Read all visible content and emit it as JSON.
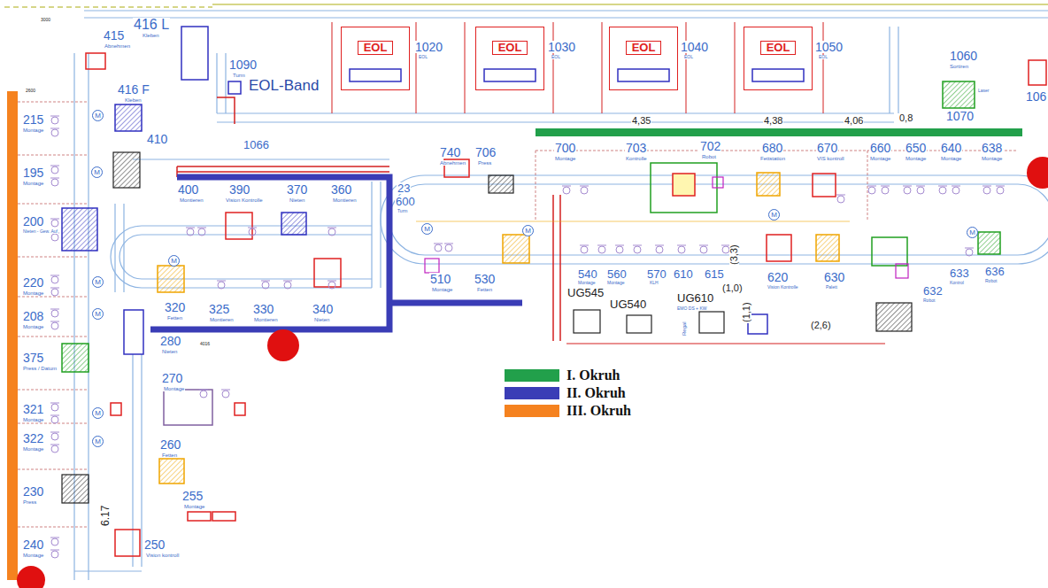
{
  "diagram": {
    "nodes": [
      {
        "text": [
          "EOL"
        ]
      },
      {
        "text": [
          "EOL"
        ]
      },
      {
        "text": [
          "EOL"
        ]
      },
      {
        "text": [
          "EOL"
        ]
      }
    ],
    "labels": [
      "3000",
      "2600",
      "415",
      "Abnehmen",
      "416 L",
      "Kleben",
      "1090",
      "Turm",
      "EOL-Band",
      "416 F",
      "Kleben",
      "410",
      "1066",
      "1020",
      "EOL",
      "1030",
      "EOL",
      "1040",
      "EOL",
      "1050",
      "EOL",
      "1060",
      "Sortiren",
      "1070",
      "Laser",
      "106",
      "0,8",
      "4,35",
      "4,38",
      "4,06",
      "400",
      "Montieren",
      "390",
      "Vision Kontrolle",
      "370",
      "Nieten",
      "360",
      "Montieren",
      "23",
      "600",
      "Turm",
      "740",
      "Abnehmen",
      "706",
      "Press",
      "700",
      "Montage",
      "703",
      "Kontrolle",
      "702",
      "Robot",
      "680",
      "Fettstation",
      "670",
      "VIS kontroll",
      "660",
      "Montage",
      "650",
      "Montage",
      "640",
      "Montage",
      "638",
      "Montage",
      "320",
      "Fetten",
      "325",
      "Montieren",
      "330",
      "Montieren",
      "340",
      "Nieten",
      "280",
      "Nieten",
      "510",
      "Montage",
      "530",
      "Fetten",
      "540",
      "Montage",
      "560",
      "Montage",
      "570",
      "KLH",
      "610",
      "615",
      "620",
      "Vision Kontrolle",
      "630",
      "Palett",
      "633",
      "Kontrol",
      "636",
      "Robot",
      "632",
      "Robot",
      "UG545",
      "UG540",
      "UG610",
      "EMO DS + KW",
      "Regal",
      "(3,3)",
      "(1,0)",
      "(1,1)",
      "(2,6)",
      "215",
      "Montage",
      "195",
      "Montage",
      "200",
      "Nieten - Gew. Auf",
      "220",
      "Montage",
      "208",
      "Montage",
      "375",
      "Press / Datum",
      "321",
      "Montage",
      "322",
      "Montage",
      "230",
      "Press",
      "240",
      "Montage",
      "270",
      "Montage",
      "260",
      "Fetten",
      "255",
      "Montage",
      "250",
      "Vision kontroll",
      "6.17",
      "4016",
      "M",
      "M",
      "M",
      "M",
      "M",
      "M",
      "M",
      "M",
      "M",
      "M",
      "M"
    ],
    "legend": [
      {
        "text": "I. Okruh",
        "color": "#22a04b"
      },
      {
        "text": "II. Okruh",
        "color": "#3a3db6"
      },
      {
        "text": "III. Okruh",
        "color": "#f5821f"
      }
    ]
  }
}
